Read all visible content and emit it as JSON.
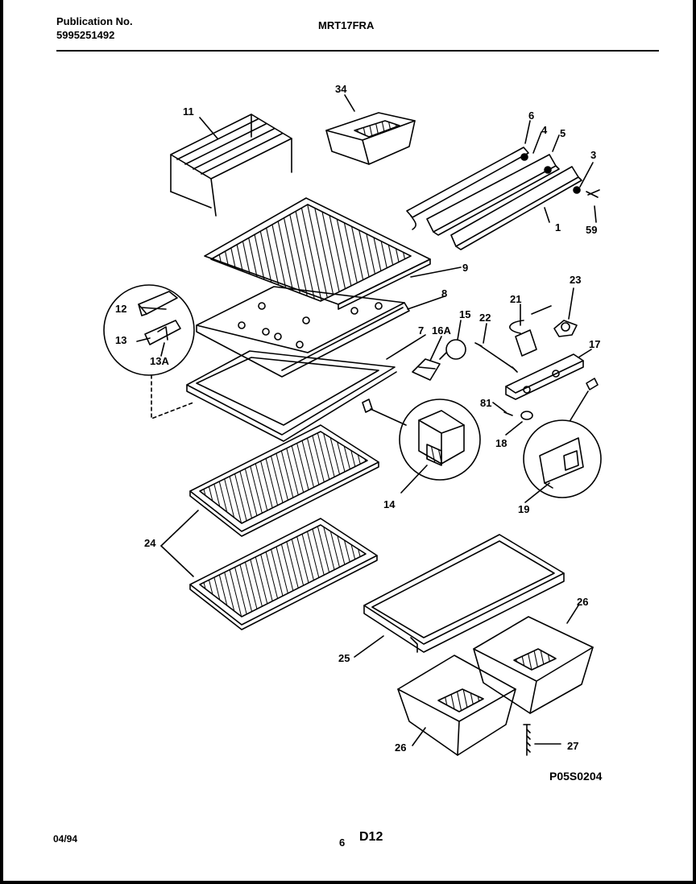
{
  "header": {
    "publication_label": "Publication No.",
    "publication_number": "5995251492",
    "model": "MRT17FRA"
  },
  "footer": {
    "date": "04/94",
    "page_number": "6",
    "section_code": "D12",
    "diagram_code": "P05S0204"
  },
  "callouts": {
    "c11": "11",
    "c34": "34",
    "c6": "6",
    "c4": "4",
    "c5": "5",
    "c3": "3",
    "c1": "1",
    "c59": "59",
    "c9": "9",
    "c8": "8",
    "c12": "12",
    "c13": "13",
    "c13a": "13A",
    "c7": "7",
    "c16a": "16A",
    "c15": "15",
    "c22": "22",
    "c21": "21",
    "c23": "23",
    "c17": "17",
    "c81": "81",
    "c18": "18",
    "c14": "14",
    "c19": "19",
    "c24": "24",
    "c25": "25",
    "c26a": "26",
    "c26b": "26",
    "c27": "27"
  }
}
